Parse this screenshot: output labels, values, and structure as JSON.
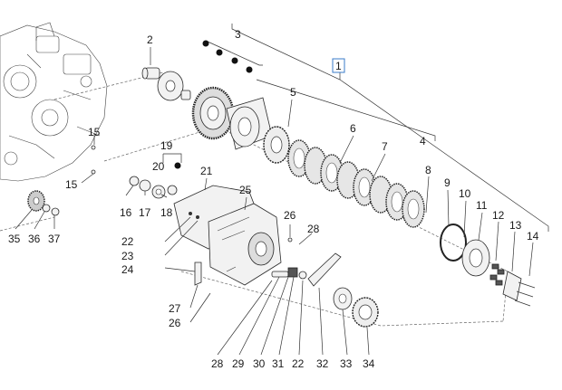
{
  "labels": {
    "n1": "1",
    "n2": "2",
    "n3": "3",
    "n4": "4",
    "n5": "5",
    "n6": "6",
    "n7": "7",
    "n8": "8",
    "n9": "9",
    "n10": "10",
    "n11": "11",
    "n12": "12",
    "n13": "13",
    "n14": "14",
    "n15a": "15",
    "n15b": "15",
    "n16": "16",
    "n17": "17",
    "n18": "18",
    "n19": "19",
    "n20": "20",
    "n21": "21",
    "n22a": "22",
    "n22b": "22",
    "n23": "23",
    "n24": "24",
    "n25": "25",
    "n26a": "26",
    "n26b": "26",
    "n27": "27",
    "n28a": "28",
    "n28b": "28",
    "n29": "29",
    "n30": "30",
    "n31": "31",
    "n32": "32",
    "n33": "33",
    "n34": "34",
    "n35": "35",
    "n36": "36",
    "n37": "37"
  }
}
